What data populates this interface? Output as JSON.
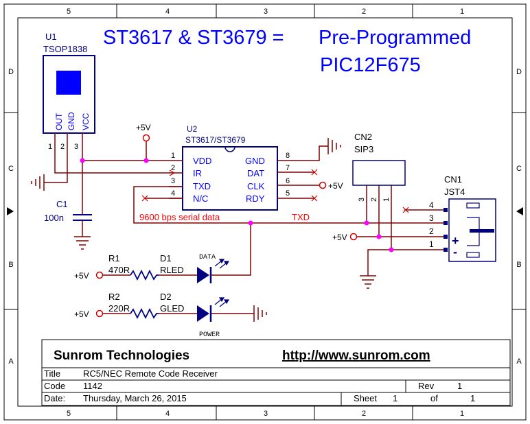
{
  "border": {
    "columns": [
      "5",
      "4",
      "3",
      "2",
      "1"
    ],
    "rows": [
      "D",
      "C",
      "B",
      "A"
    ]
  },
  "headline": {
    "line1_left": "ST3617 & ST3679 =",
    "line1_right": "Pre-Programmed",
    "line2": "PIC12F675"
  },
  "u1": {
    "ref": "U1",
    "part": "TSOP1838",
    "pins": [
      "OUT",
      "GND",
      "VCC"
    ],
    "pin_numbers": [
      "1",
      "2",
      "3"
    ]
  },
  "u2": {
    "ref": "U2",
    "part": "ST3617/ST3679",
    "left_pins": [
      {
        "num": "1",
        "name": "VDD"
      },
      {
        "num": "2",
        "name": "IR"
      },
      {
        "num": "3",
        "name": "TXD"
      },
      {
        "num": "4",
        "name": "N/C"
      }
    ],
    "right_pins": [
      {
        "num": "8",
        "name": "GND"
      },
      {
        "num": "7",
        "name": "DAT"
      },
      {
        "num": "6",
        "name": "CLK"
      },
      {
        "num": "5",
        "name": "RDY"
      }
    ]
  },
  "power": {
    "vcc": "+5V"
  },
  "c1": {
    "ref": "C1",
    "value": "100n"
  },
  "cn2": {
    "ref": "CN2",
    "part": "SIP3",
    "pins": [
      "3",
      "2",
      "1"
    ]
  },
  "cn1": {
    "ref": "CN1",
    "part": "JST4",
    "pins": [
      "4",
      "3",
      "2",
      "1"
    ],
    "plus": "+",
    "minus": "-"
  },
  "net_labels": {
    "serial": "9600 bps serial data",
    "txd": "TXD"
  },
  "r1": {
    "ref": "R1",
    "value": "470R"
  },
  "r2": {
    "ref": "R2",
    "value": "220R"
  },
  "d1": {
    "ref": "D1",
    "part": "RLED",
    "label": "DATA"
  },
  "d2": {
    "ref": "D2",
    "part": "GLED",
    "label": "POWER"
  },
  "title_block": {
    "company": "Sunrom Technologies",
    "url": "http://www.sunrom.com",
    "title_label": "Title",
    "title": "RC5/NEC Remote Code Receiver",
    "code_label": "Code",
    "code": "1142",
    "rev_label": "Rev",
    "rev": "1",
    "date_label": "Date:",
    "date": "Thursday, March 26, 2015",
    "sheet_label": "Sheet",
    "sheet": "1",
    "of_label": "of",
    "of": "1"
  },
  "colors": {
    "wire": "#800000",
    "component": "#000080",
    "pin_text": "#0000ff",
    "power": "#cc0000",
    "net_label": "#ff0000",
    "junction": "#ff00ff",
    "border": "#000000"
  }
}
